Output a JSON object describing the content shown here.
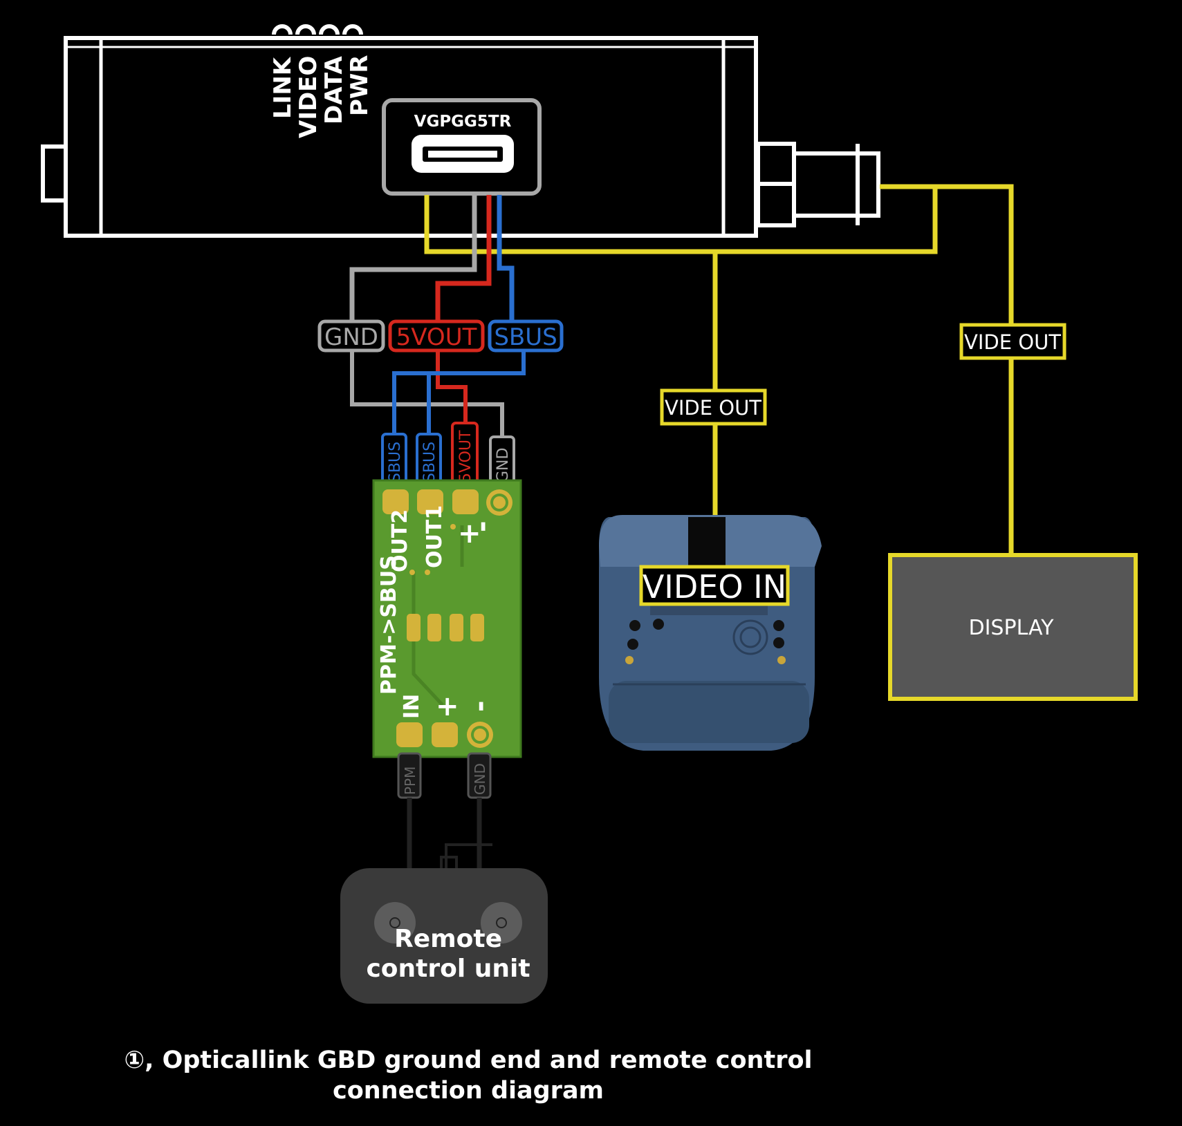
{
  "device": {
    "leds": [
      "LINK",
      "VIDEO",
      "DATA",
      "PWR"
    ],
    "port_label": "VGPGG5TR"
  },
  "wire_labels": {
    "gnd": "GND",
    "vout": "5VOUT",
    "sbus": "SBUS"
  },
  "board": {
    "pins_top": [
      "SBUS",
      "SBUS",
      "5VOUT",
      "GND"
    ],
    "silk_out2": "OUT2",
    "silk_out1": "OUT1",
    "silk_plus": "+",
    "silk_minus": "-",
    "silk_name": "PPM->SBUS",
    "silk_in": "IN",
    "silk_plus2": "+",
    "silk_minus2": "-",
    "pins_bottom": [
      "PPM",
      "GND"
    ]
  },
  "video_out_left": "VIDE OUT",
  "video_out_right": "VIDE OUT",
  "goggles_label": "VIDEO IN",
  "display_label": "DISPLAY",
  "remote": {
    "line1": "Remote",
    "line2": "control unit"
  },
  "caption": {
    "line1": "①, Opticallink GBD ground end and remote control",
    "line2": "connection diagram"
  },
  "colors": {
    "yellow": "#e6d82a",
    "red": "#d6281e",
    "blue": "#2a6fd0",
    "gray": "#a8a8a8",
    "board": "#5a9a2e",
    "pad": "#d4b33a",
    "display_bg": "#565656",
    "remote_bg": "#3a3a3a",
    "goggles": "#3f5c80"
  }
}
